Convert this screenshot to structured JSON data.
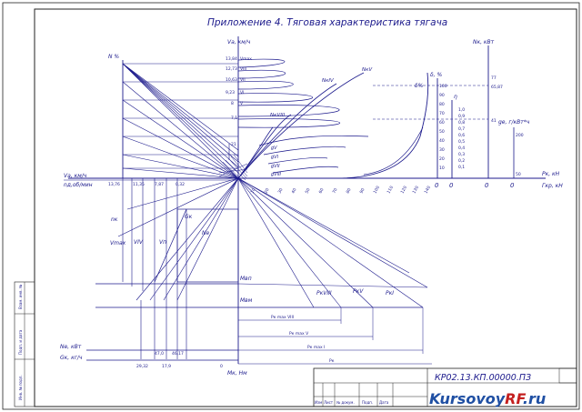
{
  "title": "Приложение 4. Тяговая характеристика тягача",
  "upper_left": {
    "v_axis": "Vа, км/ч",
    "n_percent": "N %",
    "speed_rows": [
      "Vmax",
      "VIII",
      "VII",
      "VI",
      "V",
      "IV"
    ],
    "speed_values": [
      "13,84",
      "12,73",
      "10,63",
      "9,23",
      "8",
      "7,1"
    ],
    "left_axis_line1": "Vа, км/ч",
    "left_axis_line2": "nд,об/мин",
    "left_axis_values": [
      "13,76",
      "11,35",
      "7,87",
      "0,32"
    ],
    "point_mark": "21"
  },
  "upper_right": {
    "nk_kw": "Nк, кВт",
    "nk_values": [
      "77",
      "65,87",
      "41"
    ],
    "ge_axis": "gе, г/кВт*ч",
    "ge_values": [
      "200",
      "50"
    ],
    "delta": "δ, %",
    "delta_values": [
      "100",
      "90",
      "80",
      "70",
      "60",
      "50",
      "40",
      "30",
      "20",
      "10"
    ],
    "eta": "η",
    "eta_values": [
      "1,0",
      "0,9",
      "0,8",
      "0,7",
      "0,6",
      "0,5",
      "0,4",
      "0,3",
      "0,2",
      "0,1"
    ],
    "pk_label": "Pк, кН",
    "gkr_label": "Гкр, кН",
    "zeros": [
      "0",
      "0",
      "0",
      "0"
    ],
    "curve_labels": [
      "NкIV",
      "NкV",
      "NкVIII",
      "gV",
      "gVI",
      "gVII",
      "gVIII"
    ],
    "x_ticks": [
      "10",
      "20",
      "30",
      "40",
      "50",
      "60",
      "70",
      "80",
      "90",
      "100",
      "110",
      "120",
      "130",
      "140"
    ]
  },
  "lower": {
    "left_labels": [
      "Gк",
      "Nе",
      "Vmax",
      "VIV",
      "Vп",
      "nк"
    ],
    "moment_labels": [
      "Mвп",
      "Mвм",
      "Mк, Нм"
    ],
    "force_labels": [
      "PкVIII",
      "PкV",
      "PкI"
    ],
    "dimension_labels": [
      "Pк max VIII",
      "Pк max V",
      "Pк max I",
      "Pк"
    ],
    "bottom_left_line1": "Nе, кВт",
    "bottom_left_line2": "Gк, кг/ч",
    "bottom_values": [
      "29,32",
      "17,9",
      "46,17",
      "47,0",
      "0"
    ]
  },
  "stamp": {
    "code": "КР02.13.КП.00000.ПЗ",
    "columns": [
      "Изм",
      "Лист",
      "№ докум.",
      "Подп.",
      "Дата"
    ],
    "side_cells": [
      "Инв. № подл.",
      "Подп. и дата",
      "Взам. инв. №"
    ]
  },
  "watermark": {
    "part1": "Kursovoy",
    "part2": "RF",
    "part3": ".ru"
  }
}
